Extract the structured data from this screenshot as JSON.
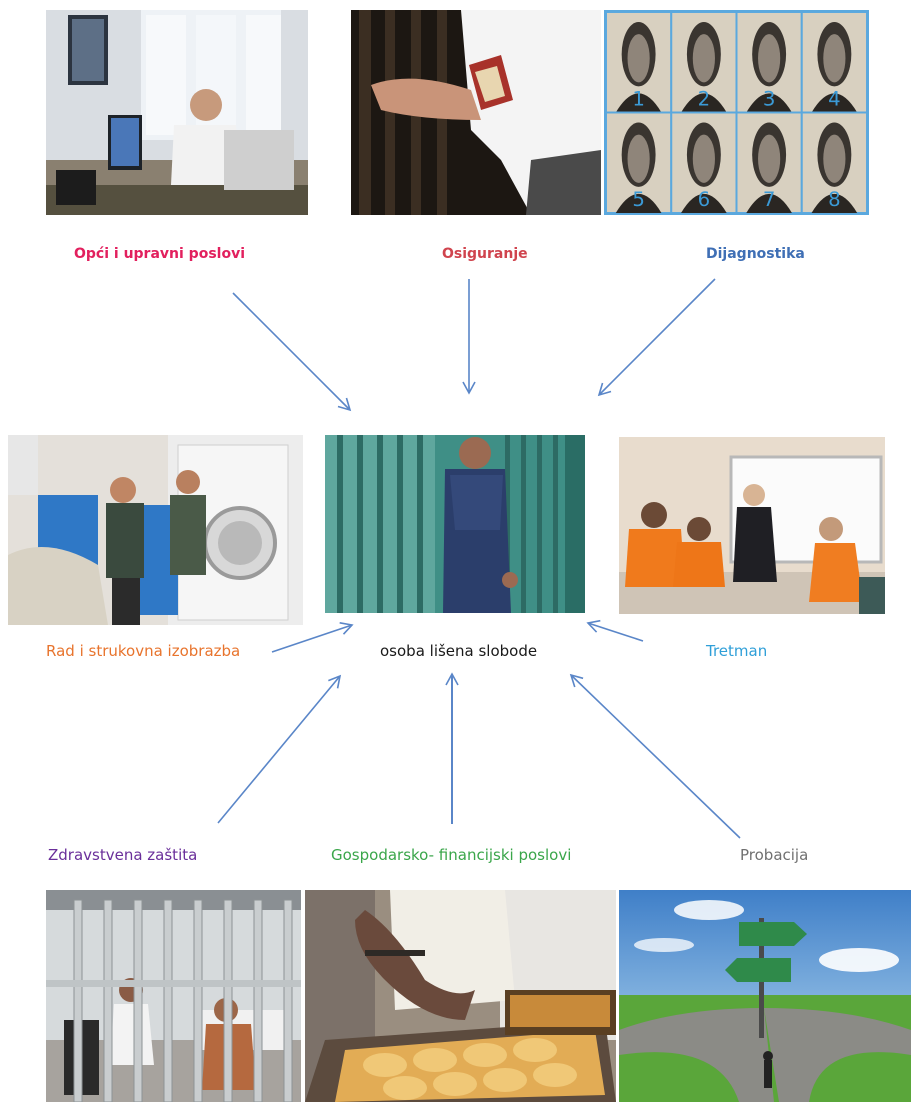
{
  "top_labels": {
    "general": "Opći i upravni poslovi",
    "security": "Osiguranje",
    "diagnostics": "Dijagnostika"
  },
  "center": {
    "label": "osoba lišena slobode"
  },
  "side_labels": {
    "work": "Rad i strukovna izobrazba",
    "treatment": "Tretman"
  },
  "bottom_labels": {
    "health": "Zdravstvena zaštita",
    "finance": "Gospodarsko- financijski poslovi",
    "probation": "Probacija"
  },
  "mugshot_numbers": [
    "1",
    "2",
    "3",
    "4",
    "5",
    "6",
    "7",
    "8"
  ],
  "colors": {
    "general": "#e2205e",
    "security": "#d0444e",
    "diagnostics": "#3f6fb5",
    "work": "#e8742d",
    "treatment": "#2f9fd8",
    "health": "#6a2f9a",
    "finance": "#3aa64a",
    "probation": "#707070",
    "arrow": "#5a86c8"
  },
  "icons": [
    "office-photo",
    "guard-photo",
    "mugshots-photo",
    "laundry-photo",
    "prisoner-photo",
    "classroom-photo",
    "clinic-photo",
    "bakery-photo",
    "crossroads-photo"
  ]
}
